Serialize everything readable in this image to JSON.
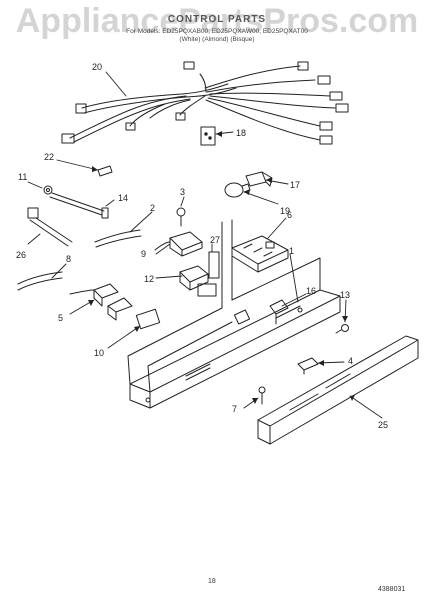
{
  "watermark": "AppliancePartsPros.com",
  "header": {
    "title": "CONTROL PARTS",
    "models_line": "For Models: ED25PQXAB00, ED25PQXAW00, ED25PQXAT00",
    "color_notes": "(White)          (Almond)          (Bisque)"
  },
  "callouts": [
    "20",
    "18",
    "22",
    "11",
    "14",
    "3",
    "17",
    "2",
    "19",
    "6",
    "27",
    "9",
    "1",
    "26",
    "8",
    "12",
    "16",
    "13",
    "5",
    "10",
    "4",
    "7",
    "25"
  ],
  "footer": {
    "page": "18",
    "part_number": "4388031"
  }
}
